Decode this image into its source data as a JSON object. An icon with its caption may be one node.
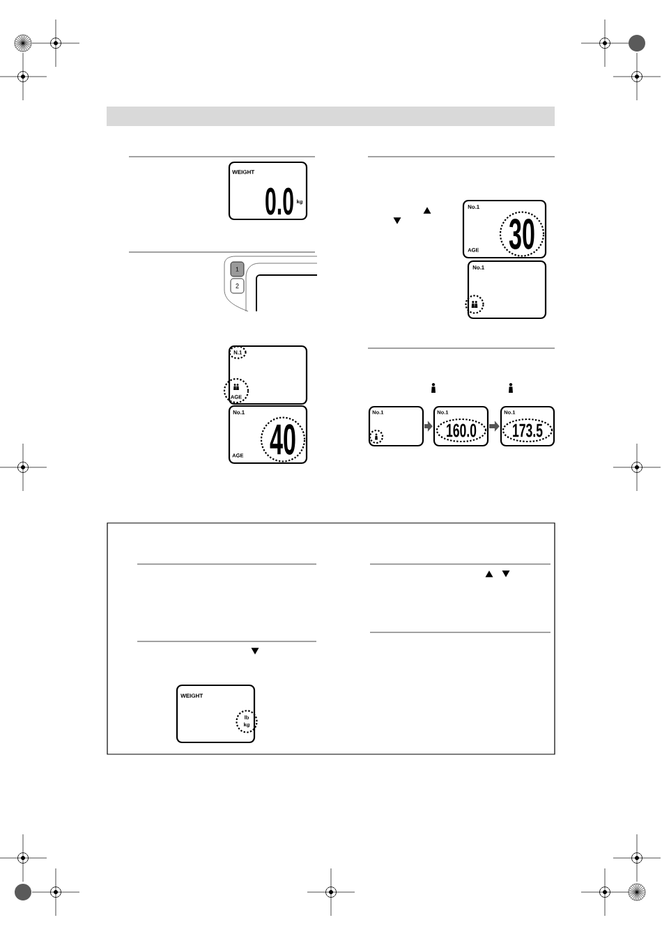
{
  "diagram": {
    "nodes": [
      {
        "text": [
          "WEIGHT",
          "0.0",
          "kg"
        ]
      },
      {
        "text": [
          "1"
        ]
      },
      {
        "text": [
          "2"
        ]
      },
      {
        "text": [
          "N.1",
          "AGE"
        ]
      },
      {
        "text": [
          "No.1",
          "40",
          "AGE"
        ]
      },
      {
        "text": [
          "No.1",
          "30",
          "AGE"
        ]
      },
      {
        "text": [
          "No.1"
        ]
      },
      {
        "text": [
          "No.1"
        ]
      },
      {
        "text": [
          "No.1",
          "160.0"
        ]
      },
      {
        "text": [
          "No.1",
          "173.5"
        ]
      },
      {
        "text": [
          "WEIGHT",
          "lb",
          "kg"
        ]
      }
    ],
    "edges": [
      {
        "from": 7,
        "to": 8,
        "arrow": "to"
      },
      {
        "from": 8,
        "to": 9,
        "arrow": "to"
      }
    ]
  }
}
